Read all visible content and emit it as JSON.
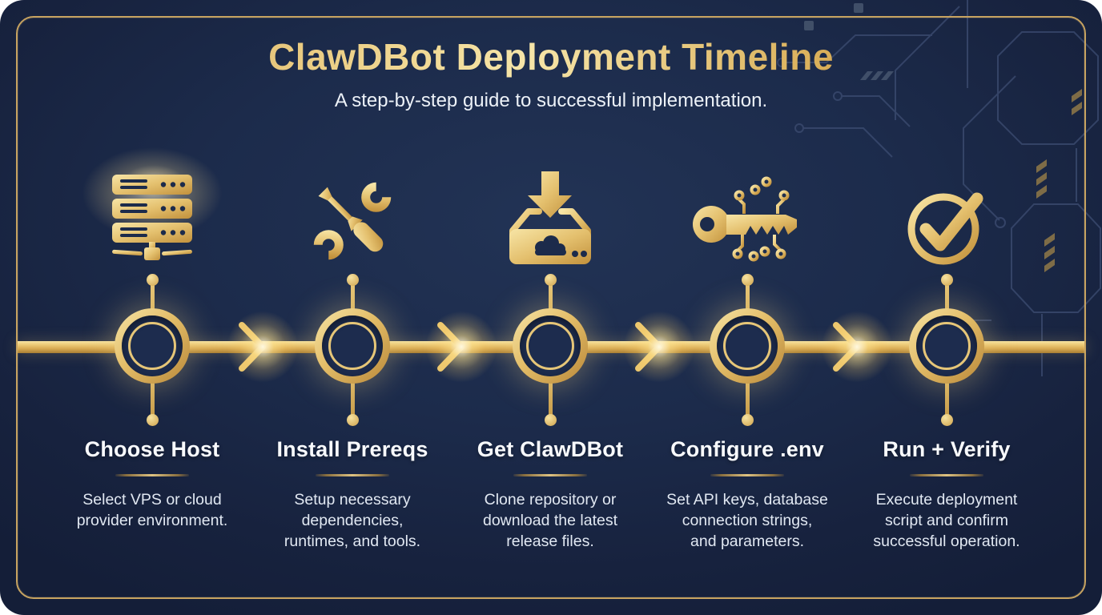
{
  "header": {
    "title": "ClawDBot Deployment Timeline",
    "subtitle": "A step-by-step guide to successful implementation."
  },
  "steps": [
    {
      "icon": "server-icon",
      "title": "Choose Host",
      "description_lines": [
        "Select VPS or cloud",
        "provider environment."
      ]
    },
    {
      "icon": "tools-icon",
      "title": "Install Prereqs",
      "description_lines": [
        "Setup necessary",
        "dependencies,",
        "runtimes, and tools."
      ]
    },
    {
      "icon": "download-icon",
      "title": "Get ClawDBot",
      "description_lines": [
        "Clone repository or",
        "download the latest",
        "release files."
      ]
    },
    {
      "icon": "key-icon",
      "title": "Configure .env",
      "description_lines": [
        "Set API keys, database",
        "connection strings,",
        "and parameters."
      ]
    },
    {
      "icon": "check-icon",
      "title": "Run + Verify",
      "description_lines": [
        "Execute deployment",
        "script and confirm",
        "successful operation."
      ]
    }
  ],
  "timeline": {
    "direction": "left-to-right",
    "node_count": 5
  },
  "colors": {
    "background_navy": "#1b2a49",
    "gold": "#dcb25e",
    "gold_light": "#f5e3a2",
    "title_gold": "#e7c878",
    "border_gold": "#c7a360",
    "step_title_text": "#f8fafd",
    "body_text": "#e1e8f2"
  }
}
